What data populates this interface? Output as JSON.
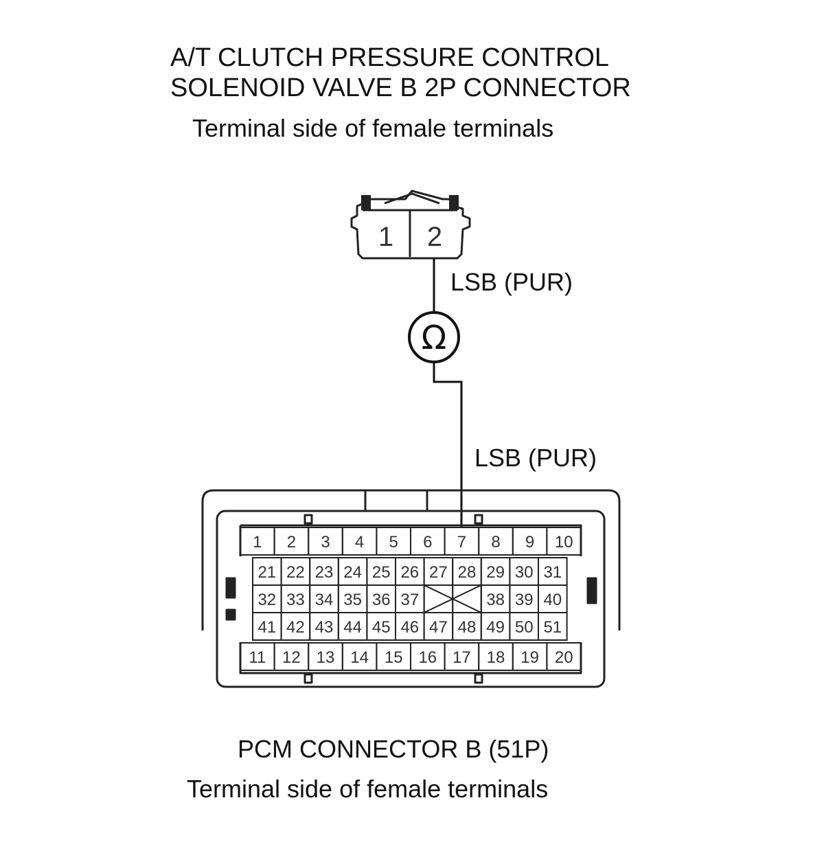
{
  "top_connector": {
    "title_line1": "A/T CLUTCH PRESSURE CONTROL",
    "title_line2": "SOLENOID VALVE B 2P CONNECTOR",
    "view_note": "Terminal side of female terminals",
    "pins": [
      "1",
      "2"
    ]
  },
  "wire_labels": {
    "upper": "LSB (PUR)",
    "lower": "LSB (PUR)"
  },
  "meter": {
    "symbol": "Ω"
  },
  "pcm_connector": {
    "title": "PCM CONNECTOR B (51P)",
    "view_note": "Terminal side of female terminals",
    "rows": [
      [
        "1",
        "2",
        "3",
        "4",
        "5",
        "6",
        "7",
        "8",
        "9",
        "10"
      ],
      [
        "21",
        "22",
        "23",
        "24",
        "25",
        "26",
        "27",
        "28",
        "29",
        "30",
        "31"
      ],
      [
        "32",
        "33",
        "34",
        "35",
        "36",
        "37",
        "",
        "",
        "38",
        "39",
        "40"
      ],
      [
        "41",
        "42",
        "43",
        "44",
        "45",
        "46",
        "47",
        "48",
        "49",
        "50",
        "51"
      ],
      [
        "11",
        "12",
        "13",
        "14",
        "15",
        "16",
        "17",
        "18",
        "19",
        "20"
      ]
    ]
  },
  "colors": {
    "line": "#111111",
    "pin_text": "#333333"
  }
}
